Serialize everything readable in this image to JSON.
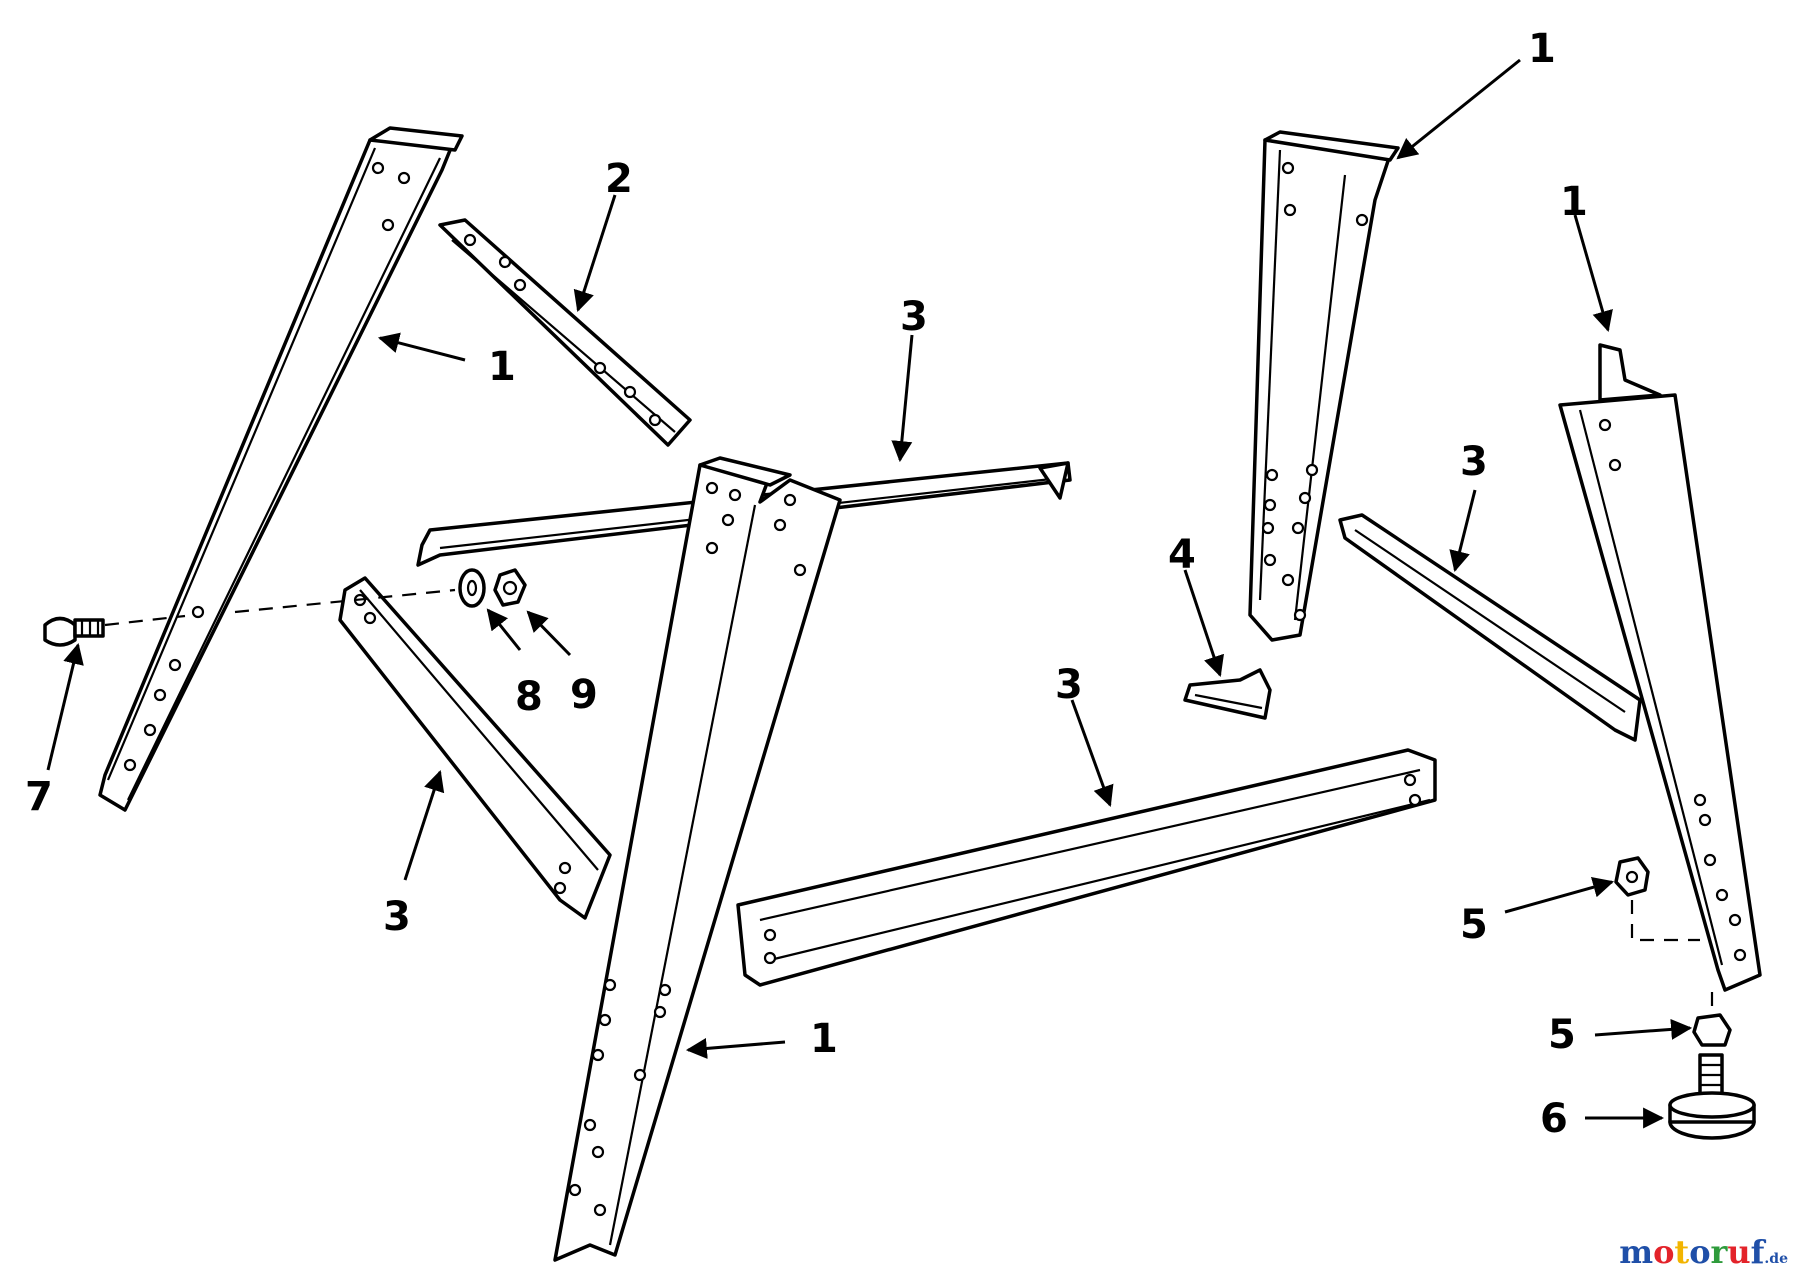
{
  "diagram": {
    "callouts": {
      "leg_left_back": "1",
      "leg_front": "1",
      "leg_right_back": "1",
      "leg_right_front": "1",
      "stiffener_top": "2",
      "stiffener_middle": "3",
      "stiffener_left_lower": "3",
      "stiffener_right": "3",
      "stiffener_front": "3",
      "foot_pad": "4",
      "nut_upper": "5",
      "nut_lower": "5",
      "leveling_foot": "6",
      "carriage_bolt": "7",
      "lockwasher": "8",
      "hex_nut": "9"
    },
    "watermark": {
      "brand": "motoruf",
      "tld": ".de",
      "colors": [
        "#1f4fa8",
        "#e3232a",
        "#f2b400",
        "#1f4fa8",
        "#2e9b3b",
        "#e3232a",
        "#1f4fa8"
      ]
    }
  }
}
